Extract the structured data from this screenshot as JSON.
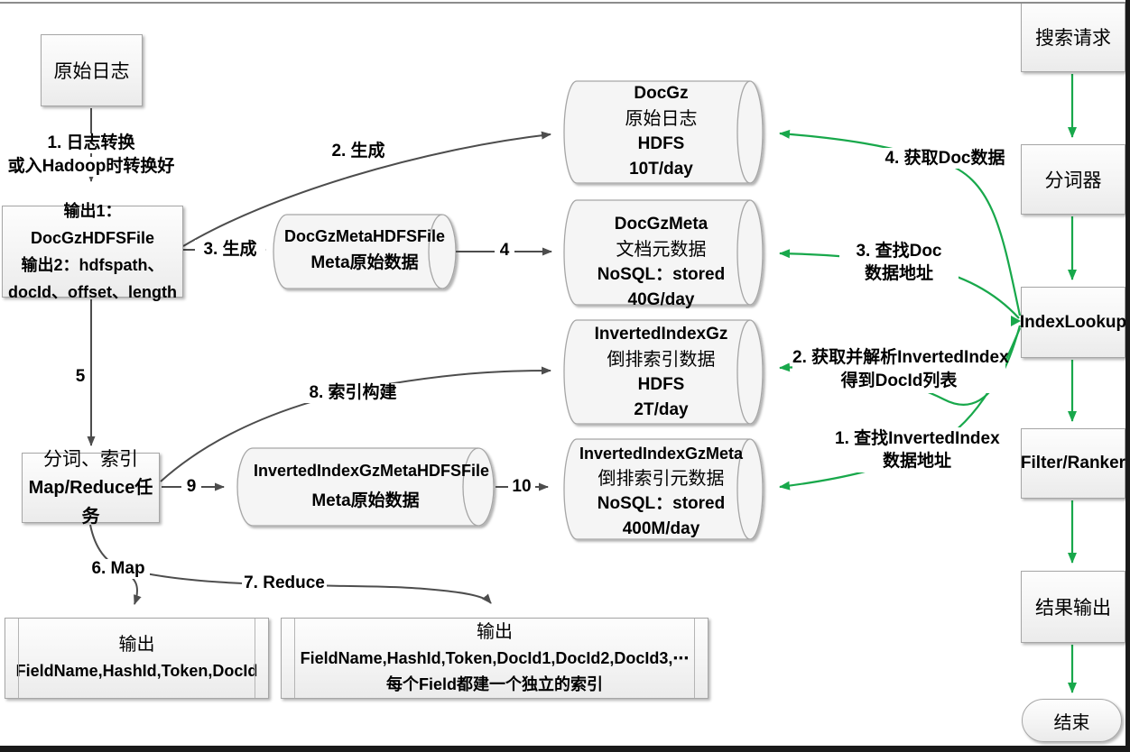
{
  "colors": {
    "green": "#18a84b",
    "arrow_gray": "#4d4d4d",
    "node_border": "#a6a6a6"
  },
  "batch": {
    "source_box": "原始日志",
    "step1": {
      "l1": "1. 日志转换",
      "l2": "或入Hadoop时转换好"
    },
    "output_box": {
      "l1": "输出1：DocGzHDFSFile",
      "l2": "输出2：hdfspath、",
      "l3": "docId、offset、length"
    },
    "edge2": "2. 生成",
    "edge3": "3. 生成",
    "edge4": "4",
    "edge5": "5",
    "mr_box": {
      "l1": "分词、索引",
      "l2": "Map/Reduce任务"
    },
    "edge6": "6. Map",
    "edge7": "7. Reduce",
    "edge8": "8. 索引构建",
    "edge9": "9",
    "edge10": "10",
    "map_output": {
      "l1": "输出",
      "l2": "FieldName,HashId,Token,DocId"
    },
    "reduce_output": {
      "l1": "输出",
      "l2": "FieldName,HashId,Token,DocId1,DocId2,DocId3,⋯",
      "l3": "每个Field都建一个独立的索引"
    }
  },
  "stores": {
    "docgz": {
      "l1": "DocGz",
      "l2": "原始日志",
      "l3": "HDFS",
      "l4": "10T/day"
    },
    "docgzmeta": {
      "l1": "DocGzMeta",
      "l2": "文档元数据",
      "l3": "NoSQL：stored",
      "l4": "40G/day"
    },
    "docgzmetahdfsfile": {
      "l1": "DocGzMetaHDFSFile",
      "l2": "Meta原始数据"
    },
    "invertedindexgz": {
      "l1": "InvertedIndexGz",
      "l2": "倒排索引数据",
      "l3": "HDFS",
      "l4": "2T/day"
    },
    "invertedindexgzmeta": {
      "l1": "InvertedIndexGzMeta",
      "l2": "倒排索引元数据",
      "l3": "NoSQL：stored",
      "l4": "400M/day"
    },
    "invertedindexgzmetahdfsfile": {
      "l1": "InvertedIndexGzMetaHDFSFile",
      "l2": "Meta原始数据"
    }
  },
  "search": {
    "request": "搜索请求",
    "tokenizer": "分词器",
    "index_lookup": "IndexLookup",
    "filter_ranker": "Filter/Ranker",
    "result_output": "结果输出",
    "end": "结束",
    "step1": {
      "l1": "1. 查找InvertedIndex",
      "l2": "数据地址"
    },
    "step2": {
      "l1": "2. 获取并解析InvertedIndex",
      "l2": "得到DocId列表"
    },
    "step3": {
      "l1": "3. 查找Doc",
      "l2": "数据地址"
    },
    "step4": "4. 获取Doc数据"
  }
}
